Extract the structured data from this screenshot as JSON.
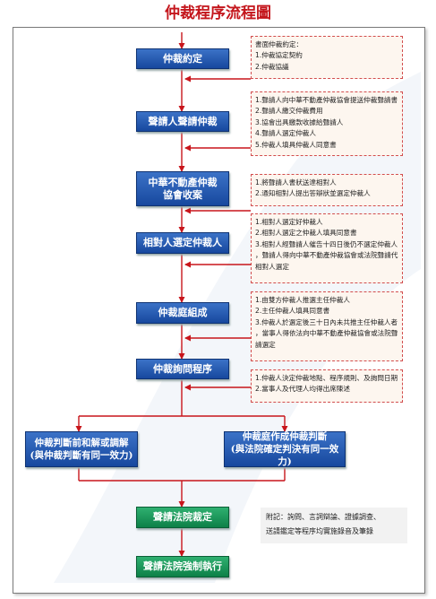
{
  "title": "仲裁程序流程圖",
  "steps": {
    "agreement": "仲裁約定",
    "apply": "聲請人聲請仲裁",
    "receive_1": "中華不動產仲裁",
    "receive_2": "協會收案",
    "respondent": "相對人選定仲裁人",
    "tribunal": "仲裁庭組成",
    "hearing": "仲裁詢問程序",
    "mediation_1": "仲裁判斷前和解或調解",
    "mediation_2": "(與仲裁判斷有同一效力)",
    "award_1": "仲裁庭作成仲裁判斷",
    "award_2": "(與法院確定判決有同一效力)",
    "court_ruling": "聲請法院裁定",
    "enforcement": "聲請法院強制執行"
  },
  "notes": {
    "agreement": [
      "書面仲裁約定：",
      "1.仲裁協定契約",
      "2.仲裁協議"
    ],
    "apply": [
      "1.聲請人向中華不動產仲裁協會提送仲裁聲請書",
      "2.聲請人繳交仲裁費用",
      "3.協會出具繳款收據給聲請人",
      "4.聲請人選定仲裁人",
      "5.仲裁人填具仲裁人同意書"
    ],
    "receive": [
      "1.將聲請人書狀送達相對人",
      "2.通知相對人提出答辯狀並選定仲裁人"
    ],
    "respondent": [
      "1.相對人選定好仲裁人",
      "2.相對人選定之仲裁人填具同意書",
      "3.相對人經聲請人催告十四日後仍不選定仲裁人",
      "，聲請人得向中華不動產仲裁協會或法院聲請代",
      "相對人選定"
    ],
    "tribunal": [
      "1.由雙方仲裁人推選主任仲裁人",
      "2.主任仲裁人填具同意書",
      "3.仲裁人於選定後三十日內未共推主任仲裁人者",
      "，當事人得依法向中華不動產仲裁協會或法院聲",
      "請選定"
    ],
    "hearing": [
      "1.仲裁人決定仲裁地點、程序規則、及詢問日期",
      "2.當事人及代理人均得出席陳述"
    ]
  },
  "footnote": [
    "附記：詢問、言詞辯論、證據調查、",
    "送請鑑定等程序均實施錄音及筆錄"
  ],
  "colors": {
    "title": "#c4161c",
    "box_blue": "#1f52a8",
    "box_green": "#0d8048",
    "arrow": "#c8151b",
    "note_border": "#d24d4d"
  }
}
